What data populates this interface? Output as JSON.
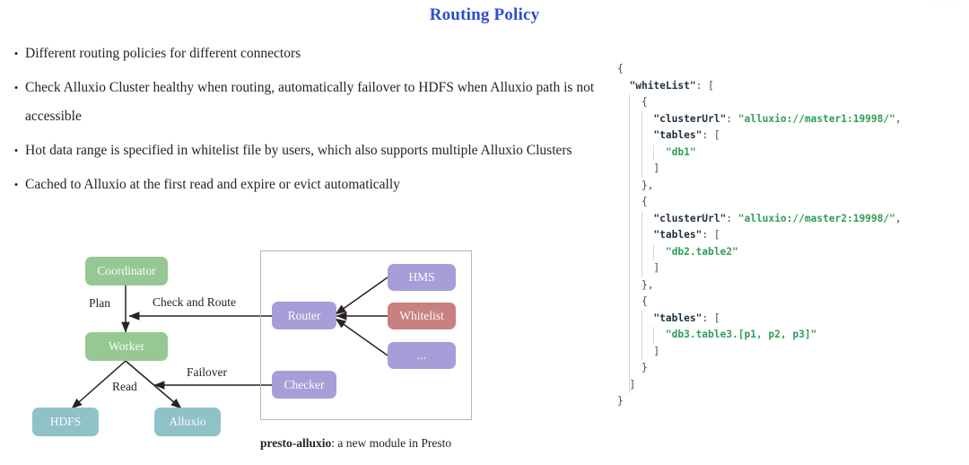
{
  "slide": {
    "title": "Routing Policy",
    "title_color": "#2b4ed1"
  },
  "bullets": {
    "marker": "•",
    "items": [
      "Different routing policies for different connectors",
      "Check Alluxio Cluster healthy when routing, automatically failover to HDFS when Alluxio path is not accessible",
      "Hot data range is specified in whitelist file by users, which also supports multiple Alluxio Clusters",
      "Cached to Alluxio at the first read and expire or evict automatically"
    ]
  },
  "json_panel": {
    "language": "json",
    "key_color": "#20313f",
    "string_color": "#2f9e55",
    "punct_color": "#4a4a4a",
    "lines": [
      {
        "indent": 0,
        "guides": 0,
        "text": "{",
        "kind": "punct"
      },
      {
        "indent": 1,
        "guides": 0,
        "key": "\"whiteList\"",
        "after": ": ["
      },
      {
        "indent": 2,
        "guides": 1,
        "text": "{",
        "kind": "punct"
      },
      {
        "indent": 3,
        "guides": 2,
        "key": "\"clusterUrl\"",
        "after": ": ",
        "str": "\"alluxio://master1:19998/\"",
        "tail": ","
      },
      {
        "indent": 3,
        "guides": 2,
        "key": "\"tables\"",
        "after": ": ["
      },
      {
        "indent": 4,
        "guides": 3,
        "str": "\"db1\""
      },
      {
        "indent": 3,
        "guides": 2,
        "text": "]",
        "kind": "punct"
      },
      {
        "indent": 2,
        "guides": 1,
        "text": "},",
        "kind": "punct"
      },
      {
        "indent": 2,
        "guides": 1,
        "text": "{",
        "kind": "punct"
      },
      {
        "indent": 3,
        "guides": 2,
        "key": "\"clusterUrl\"",
        "after": ": ",
        "str": "\"alluxio://master2:19998/\"",
        "tail": ","
      },
      {
        "indent": 3,
        "guides": 2,
        "key": "\"tables\"",
        "after": ": ["
      },
      {
        "indent": 4,
        "guides": 3,
        "str": "\"db2.table2\""
      },
      {
        "indent": 3,
        "guides": 2,
        "text": "]",
        "kind": "punct"
      },
      {
        "indent": 2,
        "guides": 1,
        "text": "},",
        "kind": "punct"
      },
      {
        "indent": 2,
        "guides": 1,
        "text": "{",
        "kind": "punct"
      },
      {
        "indent": 3,
        "guides": 2,
        "key": "\"tables\"",
        "after": ": ["
      },
      {
        "indent": 4,
        "guides": 3,
        "str": "\"db3.table3.[p1, p2, p3]\""
      },
      {
        "indent": 3,
        "guides": 2,
        "text": "]",
        "kind": "punct"
      },
      {
        "indent": 2,
        "guides": 1,
        "text": "}",
        "kind": "punct"
      },
      {
        "indent": 1,
        "guides": 1,
        "text": "]",
        "kind": "punct"
      },
      {
        "indent": 0,
        "guides": 0,
        "text": "}",
        "kind": "punct"
      }
    ]
  },
  "diagram": {
    "caption_bold": "presto-alluxio",
    "caption_rest": ": a new module in Presto",
    "colors": {
      "green": "#96c894",
      "teal": "#8fc2c7",
      "purple": "#a79ed9",
      "red": "#c98080",
      "frame": "#b6b6bb",
      "arrow": "#2b211d"
    },
    "nodes": {
      "coordinator": "Coordinator",
      "worker": "Worker",
      "hdfs": "HDFS",
      "alluxio": "Alluxio",
      "router": "Router",
      "checker": "Checker",
      "hms": "HMS",
      "whitelist": "Whitelist",
      "ellipsis": "..."
    },
    "edge_labels": {
      "plan": "Plan",
      "check_and_route": "Check and Route",
      "failover": "Failover",
      "read": "Read"
    }
  }
}
